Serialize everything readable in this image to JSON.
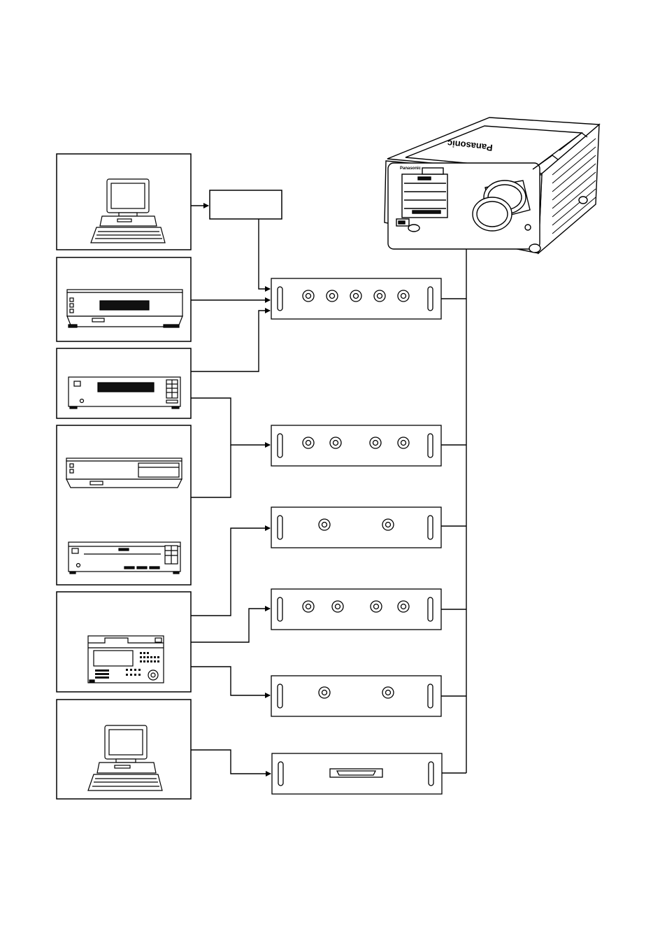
{
  "projector": {
    "brand_front": "Panasonic",
    "brand_top": "Panasonic"
  },
  "sources": [
    {
      "id": "computer-1",
      "kind": "computer"
    },
    {
      "id": "vcr-1",
      "kind": "vcr"
    },
    {
      "id": "laserdisc-player",
      "kind": "laserdisc"
    },
    {
      "id": "vcr-2",
      "kind": "vcr"
    },
    {
      "id": "dvd-player",
      "kind": "dvd"
    },
    {
      "id": "professional-vtr",
      "kind": "vtr"
    },
    {
      "id": "computer-2",
      "kind": "computer"
    }
  ],
  "input_boards": [
    {
      "id": "board-1",
      "connectors": 5,
      "type": "bnc"
    },
    {
      "id": "board-2",
      "connectors": 4,
      "type": "bnc"
    },
    {
      "id": "board-3",
      "connectors": 2,
      "type": "bnc"
    },
    {
      "id": "board-4",
      "connectors": 4,
      "type": "bnc"
    },
    {
      "id": "board-5",
      "connectors": 2,
      "type": "bnc"
    },
    {
      "id": "board-6",
      "connectors": 1,
      "type": "d-sub"
    }
  ],
  "colors": {
    "line": "#000000",
    "background": "#ffffff",
    "dark_fill": "#111111"
  }
}
